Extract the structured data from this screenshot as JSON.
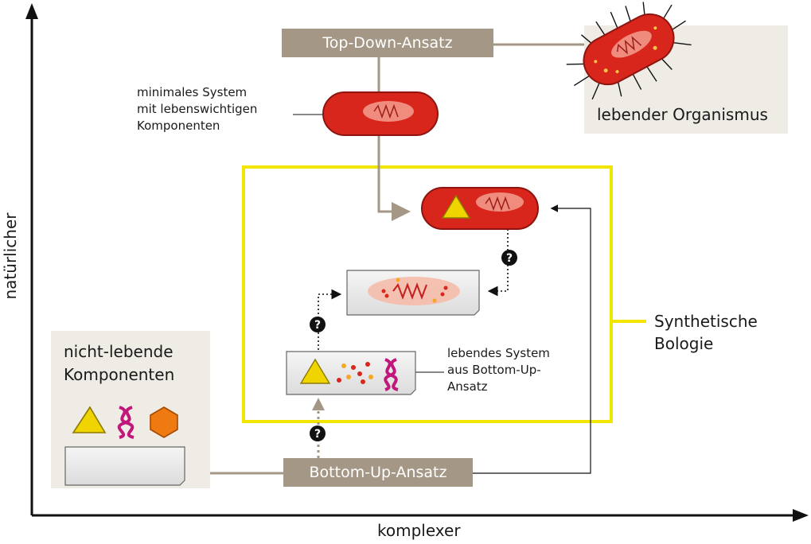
{
  "axes": {
    "x_label": "komplexer",
    "y_label": "natürlicher"
  },
  "approaches": {
    "top_down": "Top-Down-Ansatz",
    "bottom_up": "Bottom-Up-Ansatz"
  },
  "labels": {
    "living_organism": "lebender Organismus",
    "minimal_system": "minimales System\nmit lebenswichtigen\nKomponenten",
    "non_living": "nicht-lebende\nKomponenten",
    "living_system_bottom_up": "lebendes System\naus Bottom-Up-\nAnsatz",
    "synthetic_biology": "Synthetische\nBologie"
  },
  "question_marks": [
    "?",
    "?",
    "?"
  ],
  "colors": {
    "approach_box": "#a59785",
    "panel_bg": "#efebe5",
    "cell_red": "#d8261c",
    "highlight_yellow": "#f2e600",
    "connector": "#a59785",
    "dna_magenta": "#c2177a",
    "triangle_yellow": "#f0d400",
    "hexagon_orange": "#f07a12"
  },
  "icons": [
    "bacterium-icon",
    "cell-icon",
    "triangle-icon",
    "dna-icon",
    "hexagon-icon",
    "question-mark-icon"
  ]
}
